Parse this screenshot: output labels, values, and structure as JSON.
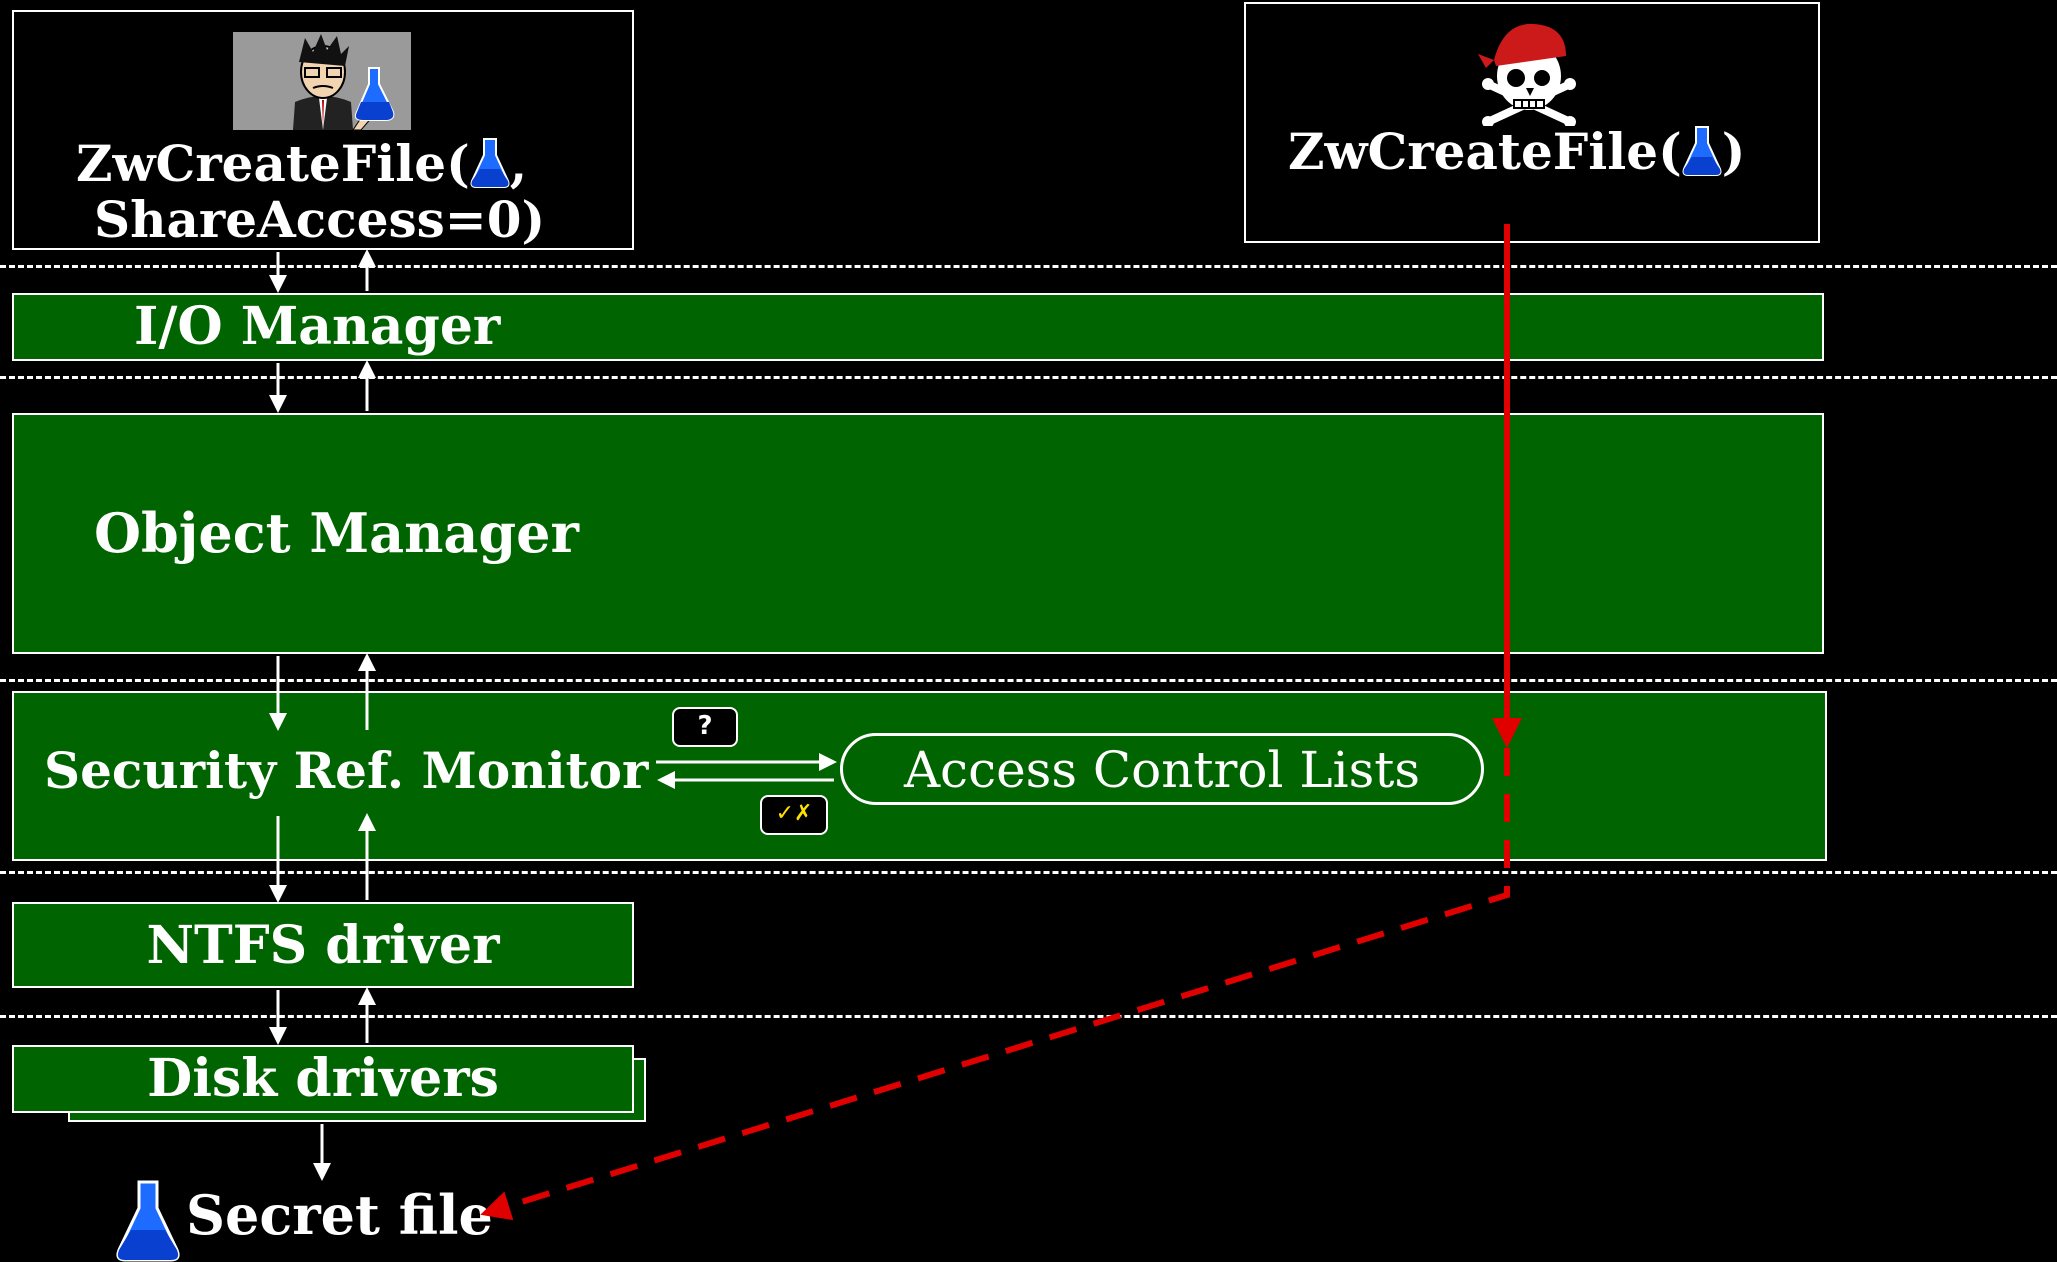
{
  "caller_box": {
    "call_line1": "ZwCreateFile(",
    "call_line1_end": ",",
    "call_line2": "ShareAccess=0)"
  },
  "attacker_box": {
    "call_open": "ZwCreateFile(",
    "call_close": ")"
  },
  "layers": {
    "io_manager": "I/O Manager",
    "object_manager": "Object Manager",
    "security_ref_monitor": "Security Ref. Monitor",
    "access_control_lists": "Access Control Lists",
    "ntfs_driver": "NTFS driver",
    "disk_drivers": "Disk drivers"
  },
  "query_bubble": "?",
  "reply_bubble": "✓✗",
  "secret_file": "Secret file",
  "colors": {
    "layer_green": "#006400",
    "attack_red": "#e00000",
    "flask_blue": "#1e6cff"
  },
  "icons": [
    "programmer-icon",
    "pirate-skull-icon",
    "flask-icon"
  ]
}
